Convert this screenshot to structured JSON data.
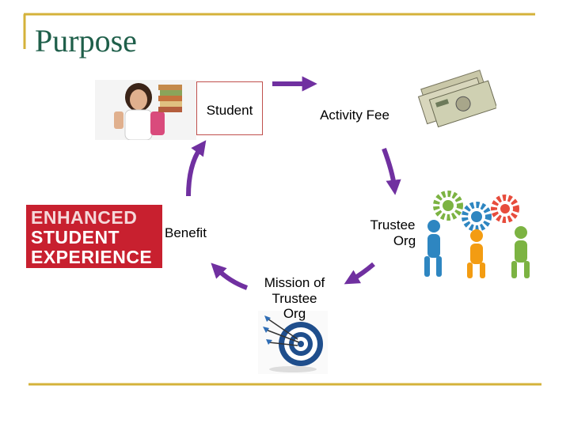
{
  "slide": {
    "title": "Purpose",
    "accent_color": "#d4b23a",
    "arrow_color": "#7030a0"
  },
  "nodes": {
    "student": "Student",
    "activity_fee": "Activity Fee",
    "trustee_org": [
      "Trustee",
      "Org"
    ],
    "mission": [
      "Mission of",
      "Trustee",
      "Org"
    ],
    "benefit": "Benefit"
  },
  "banner": {
    "lines": [
      "ENHANCED",
      "STUDENT",
      "EXPERIENCE"
    ],
    "color": "#c8202f"
  },
  "images": [
    {
      "name": "student-photo",
      "icon": "student-with-books"
    },
    {
      "name": "money-photo",
      "icon": "cash-bills"
    },
    {
      "name": "teamwork-gears",
      "icon": "people-with-gears"
    },
    {
      "name": "target-dartboard",
      "icon": "target-with-darts"
    }
  ]
}
